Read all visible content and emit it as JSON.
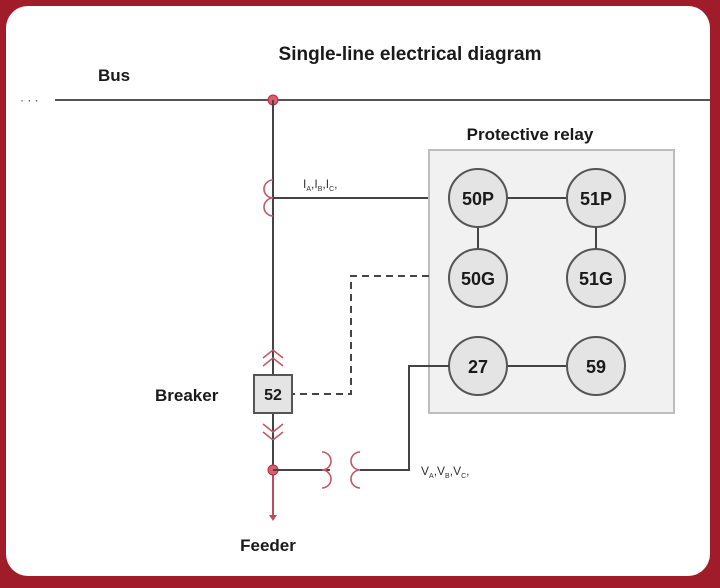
{
  "title": "Single-line electrical diagram",
  "labels": {
    "bus": "Bus",
    "breaker": "Breaker",
    "feeder": "Feeder",
    "relay": "Protective relay",
    "breaker_number": "52",
    "bus_ellipsis": "· · ·"
  },
  "current_signals": {
    "parts": [
      [
        "I",
        "A"
      ],
      [
        "I",
        "B"
      ],
      [
        "I",
        "C"
      ]
    ]
  },
  "voltage_signals": {
    "parts": [
      [
        "V",
        "A"
      ],
      [
        "V",
        "B"
      ],
      [
        "V",
        "C"
      ]
    ]
  },
  "relay_functions": [
    "50P",
    "51P",
    "50G",
    "51G",
    "27",
    "59"
  ],
  "colors": {
    "frame": "#a01c2a",
    "accent": "#e05a6e",
    "line": "#444444",
    "relay_box": "#f1f1f1",
    "relay_circle": "#e4e4e4"
  }
}
